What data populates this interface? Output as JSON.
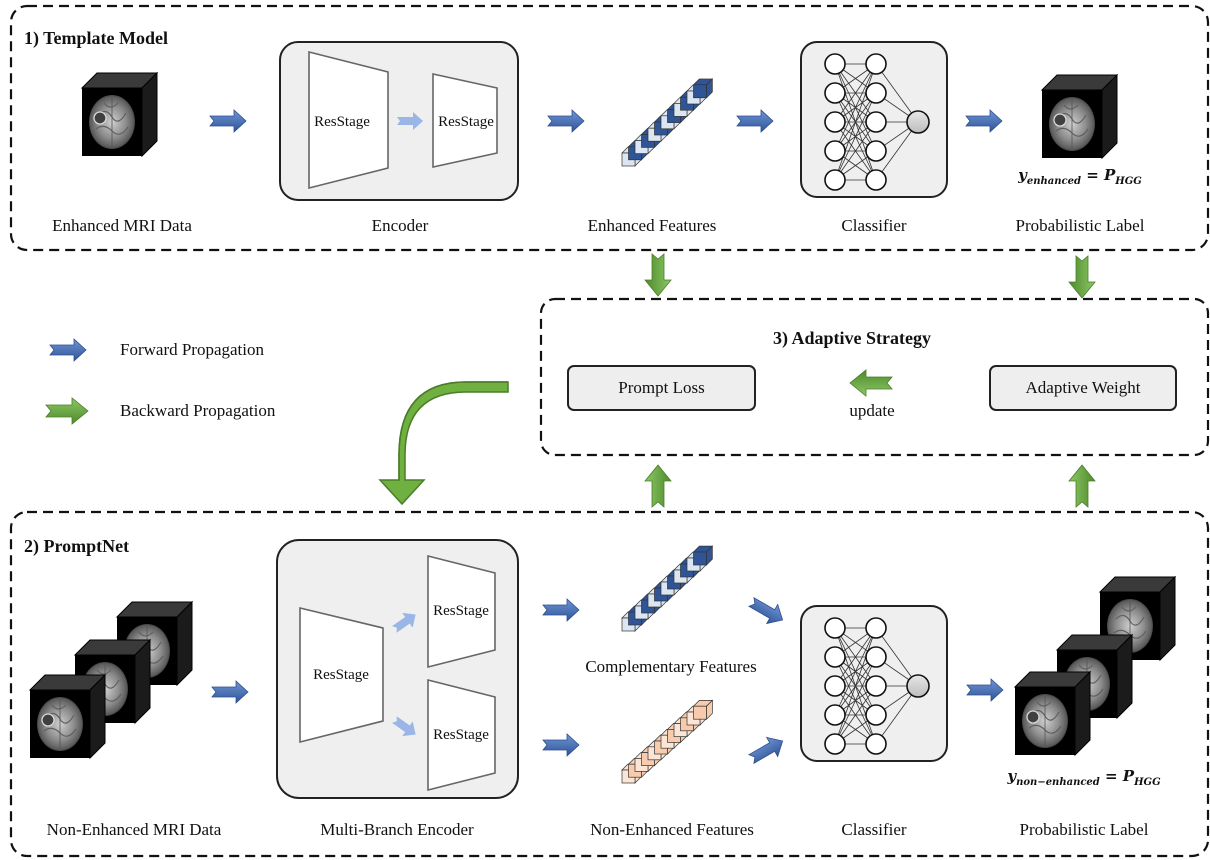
{
  "sections": {
    "template": {
      "title": "1) Template Model"
    },
    "adaptive": {
      "title": "3) Adaptive Strategy"
    },
    "prompt": {
      "title": "2) PromptNet"
    }
  },
  "template": {
    "mri_label": "Enhanced MRI Data",
    "encoder_label": "Encoder",
    "encoder_stage_1": "ResStage",
    "encoder_stage_2": "ResStage",
    "features_label": "Enhanced Features",
    "classifier_label": "Classifier",
    "prob_label": "Probabilistic Label",
    "formula": {
      "y": "y",
      "y_sub": "enhanced",
      "eq": " = ",
      "p": "P",
      "p_sub": "HGG"
    }
  },
  "adaptive": {
    "prompt_loss": "Prompt Loss",
    "adaptive_weight": "Adaptive Weight",
    "update": "update"
  },
  "legend": {
    "forward": "Forward Propagation",
    "backward": "Backward Propagation"
  },
  "prompt": {
    "mri_label": "Non-Enhanced MRI Data",
    "encoder_label": "Multi-Branch Encoder",
    "stage_main": "ResStage",
    "stage_top": "ResStage",
    "stage_bottom": "ResStage",
    "complementary_label": "Complementary Features",
    "nonenhanced_label": "Non-Enhanced Features",
    "classifier_label": "Classifier",
    "prob_label": "Probabilistic Label",
    "formula": {
      "y": "y",
      "y_sub": "non−enhanced",
      "eq": " = ",
      "p": "P",
      "p_sub": "HGG"
    }
  },
  "colors": {
    "forward_arrow": "#4472c4",
    "backward_arrow": "#70ad47",
    "panel_fill": "#efefef",
    "blue_feature": [
      "#dce6f2",
      "#b4c7e7",
      "#8faadc",
      "#5b7bb5",
      "#2f5597",
      "#1f3864"
    ],
    "orange_feature": [
      "#fbe5d6",
      "#f4b183",
      "#c55a11",
      "#843c0c",
      "#f8cbad",
      "#7f3f14"
    ]
  }
}
